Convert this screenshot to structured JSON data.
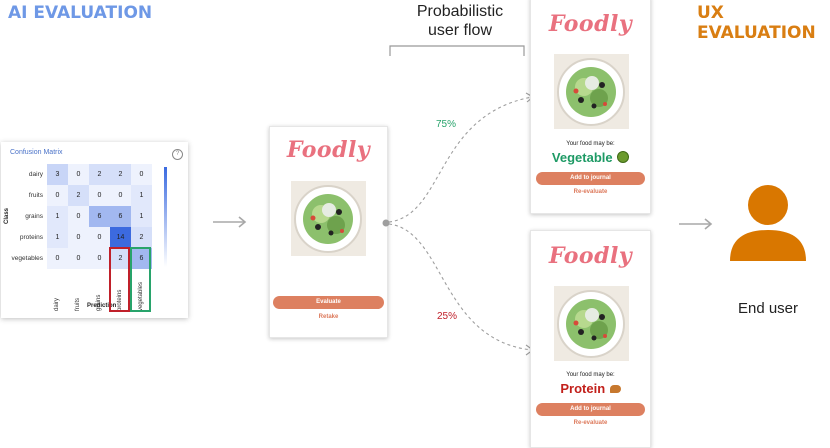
{
  "headings": {
    "ai": "AI EVALUATION",
    "ux": "UX EVALUATION"
  },
  "colors": {
    "ai_heading": "#6e98e6",
    "ux_heading": "#d97e12",
    "logo": "#e9717f",
    "button": "#dd8060",
    "prob_high": "#28a36b",
    "prob_low": "#c0202a",
    "vegetable": "#1e9a65",
    "protein": "#c2201b",
    "user_icon": "#d97700"
  },
  "flow": {
    "label": "Probabilistic user flow",
    "prob_high": "75%",
    "prob_low": "25%"
  },
  "confusion_matrix": {
    "title": "Confusion Matrix",
    "help": "?",
    "y_label": "Class",
    "x_label": "Prediction",
    "classes": [
      "dairy",
      "fruits",
      "grains",
      "proteins",
      "vegetables"
    ],
    "values": [
      [
        3,
        0,
        2,
        2,
        0
      ],
      [
        0,
        2,
        0,
        0,
        1
      ],
      [
        1,
        0,
        6,
        6,
        1
      ],
      [
        1,
        0,
        0,
        14,
        2
      ],
      [
        0,
        0,
        0,
        2,
        6
      ]
    ],
    "highlight_red_col": 3,
    "highlight_green_col": 4
  },
  "app": {
    "logo": "Foodly",
    "evaluate": "Evaluate",
    "retake": "Retake",
    "result_prefix": "Your food may be:",
    "result_vegetable": "Vegetable",
    "result_protein": "Protein",
    "add_journal": "Add to journal",
    "reevaluate": "Re-evaluate"
  },
  "end_user": "End user"
}
